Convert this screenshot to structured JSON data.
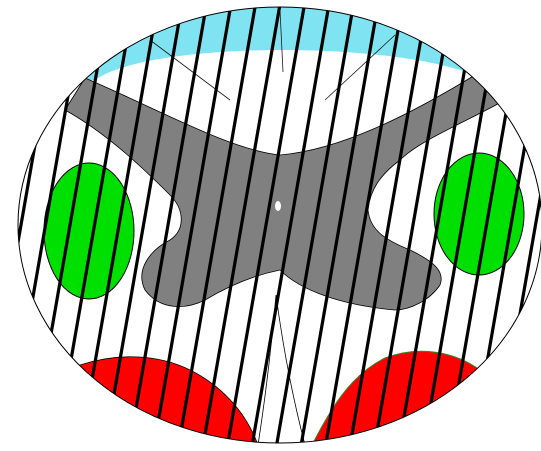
{
  "figure": {
    "description_free": true,
    "colors": {
      "background": "#ffffff",
      "outline": "#000000",
      "top_region": "#7fe3f2",
      "center_region": "#808080",
      "side_regions": "#00e000",
      "bottom_regions": "#ff0000",
      "hatch_lines": "#000000"
    },
    "regions": [
      {
        "name": "top-cyan-cap"
      },
      {
        "name": "central-gray-cross"
      },
      {
        "name": "left-green-oval"
      },
      {
        "name": "right-green-oval"
      },
      {
        "name": "bottom-left-red"
      },
      {
        "name": "bottom-right-red"
      }
    ],
    "hatch_count": 25
  }
}
